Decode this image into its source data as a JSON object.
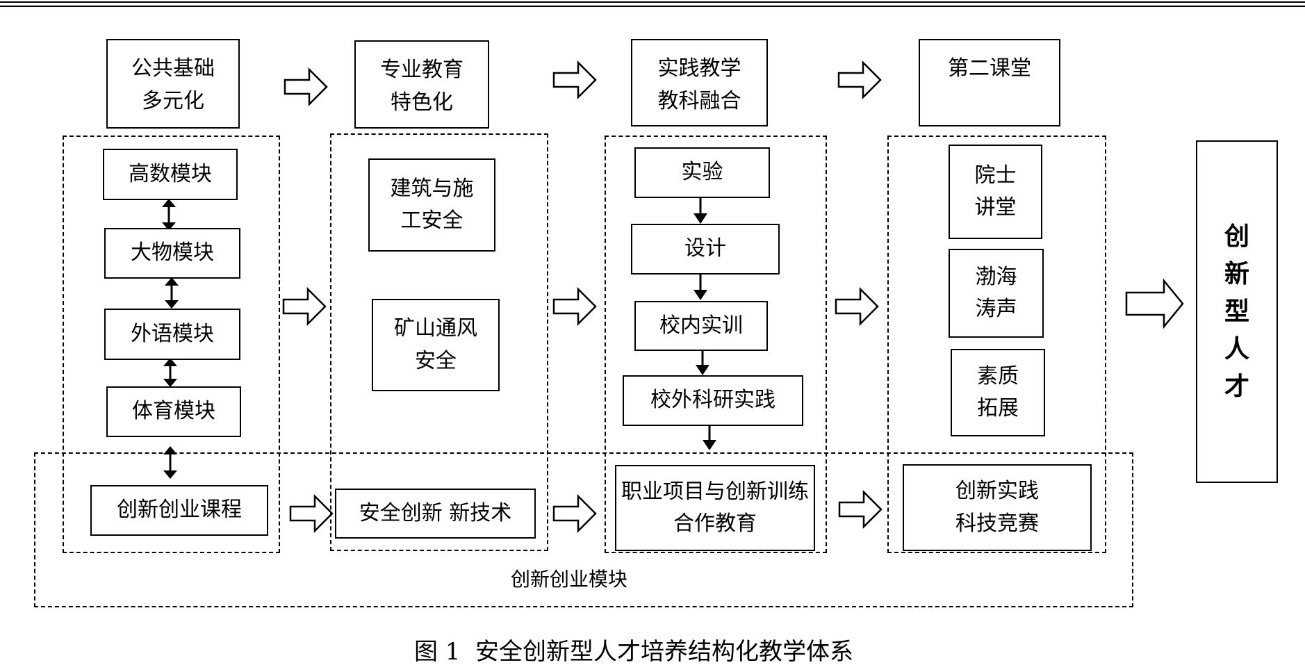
{
  "stages": [
    {
      "label": "公共基础\n多元化"
    },
    {
      "label": "专业教育\n特色化"
    },
    {
      "label": "实践教学\n教科融合"
    },
    {
      "label": "第二课堂"
    }
  ],
  "public_modules": [
    "高数模块",
    "大物模块",
    "外语模块",
    "体育模块"
  ],
  "specialty_courses": [
    "建筑与施\n工安全",
    "矿山通风\n安全"
  ],
  "practice_steps": [
    "实验",
    "设计",
    "校内实训",
    "校外科研实践"
  ],
  "second_classroom": [
    "院士\n讲堂",
    "渤海\n涛声",
    "素质\n拓展"
  ],
  "innovation_row": [
    "创新创业课程",
    "安全创新  新技术",
    "职业项目与创新训练\n合作教育",
    "创新实践\n科技竞赛"
  ],
  "innovation_module_label": "创新创业模块",
  "outcome": "创新型人才",
  "caption": "图 1  安全创新型人才培养结构化教学体系"
}
